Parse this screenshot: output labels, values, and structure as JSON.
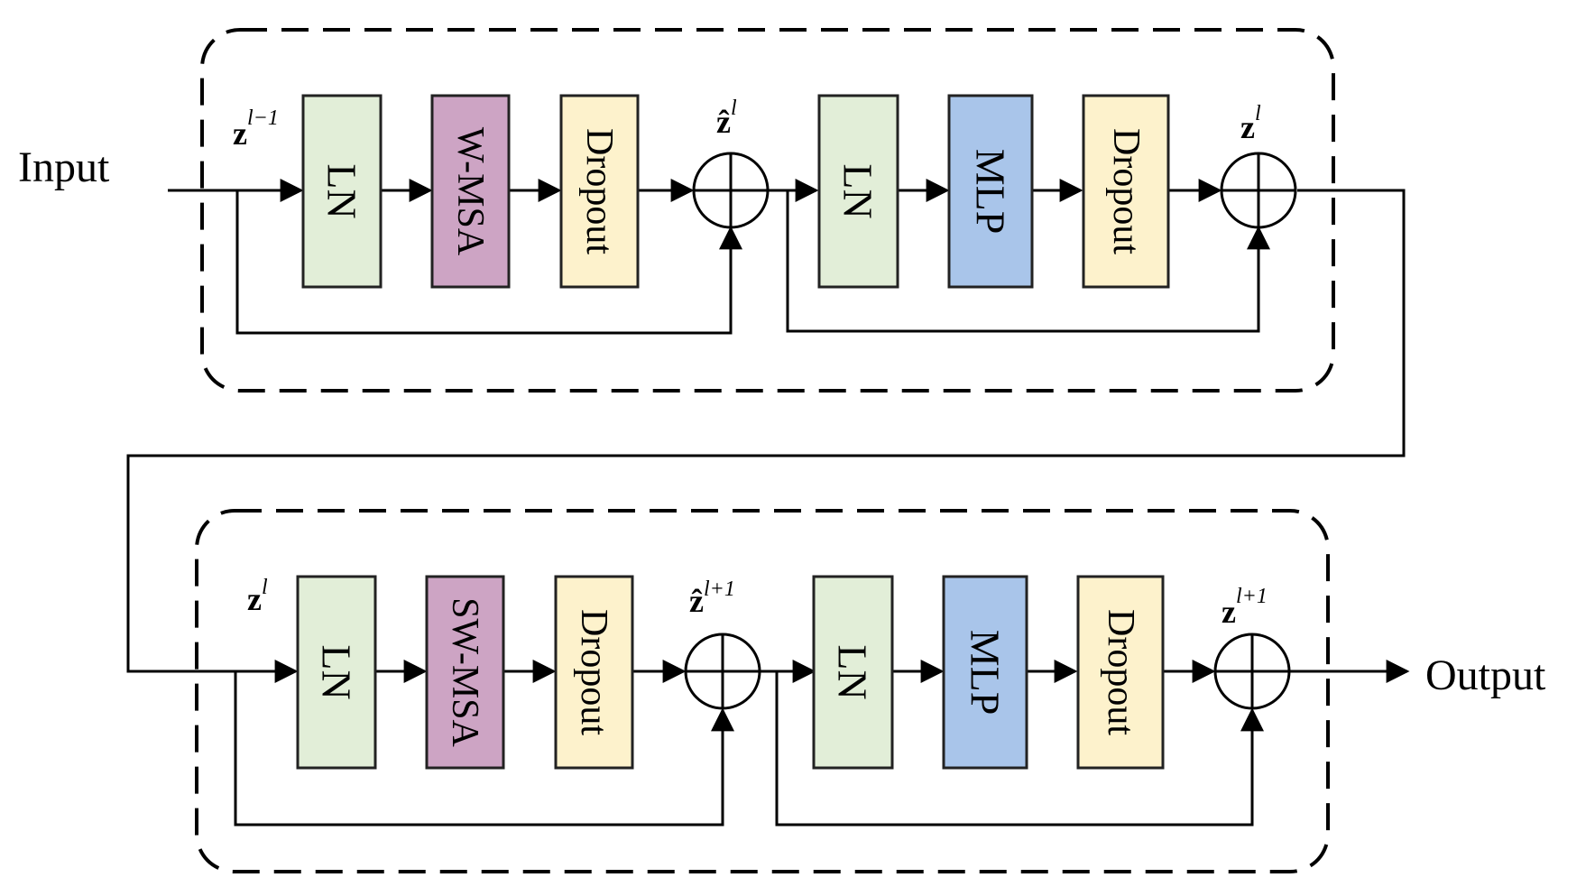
{
  "io": {
    "input": "Input",
    "output": "Output"
  },
  "colors": {
    "ln": "#e2eed8",
    "attention": "#cda4c4",
    "dropout": "#fdf2cc",
    "mlp": "#a9c5ea",
    "line": "#000000"
  },
  "blocks": [
    {
      "modules": [
        {
          "label": "LN",
          "color": "ln"
        },
        {
          "label": "W-MSA",
          "color": "attention"
        },
        {
          "label": "Dropout",
          "color": "dropout"
        },
        {
          "label": "LN",
          "color": "ln"
        },
        {
          "label": "MLP",
          "color": "mlp"
        },
        {
          "label": "Dropout",
          "color": "dropout"
        }
      ],
      "vars": {
        "input": {
          "base": "z",
          "sup": "l−1"
        },
        "mid": {
          "base": "ẑ",
          "sup": "l"
        },
        "out": {
          "base": "z",
          "sup": "l"
        }
      }
    },
    {
      "modules": [
        {
          "label": "LN",
          "color": "ln"
        },
        {
          "label": "SW-MSA",
          "color": "attention"
        },
        {
          "label": "Dropout",
          "color": "dropout"
        },
        {
          "label": "LN",
          "color": "ln"
        },
        {
          "label": "MLP",
          "color": "mlp"
        },
        {
          "label": "Dropout",
          "color": "dropout"
        }
      ],
      "vars": {
        "input": {
          "base": "z",
          "sup": "l"
        },
        "mid": {
          "base": "ẑ",
          "sup": "l+1"
        },
        "out": {
          "base": "z",
          "sup": "l+1"
        }
      }
    }
  ]
}
